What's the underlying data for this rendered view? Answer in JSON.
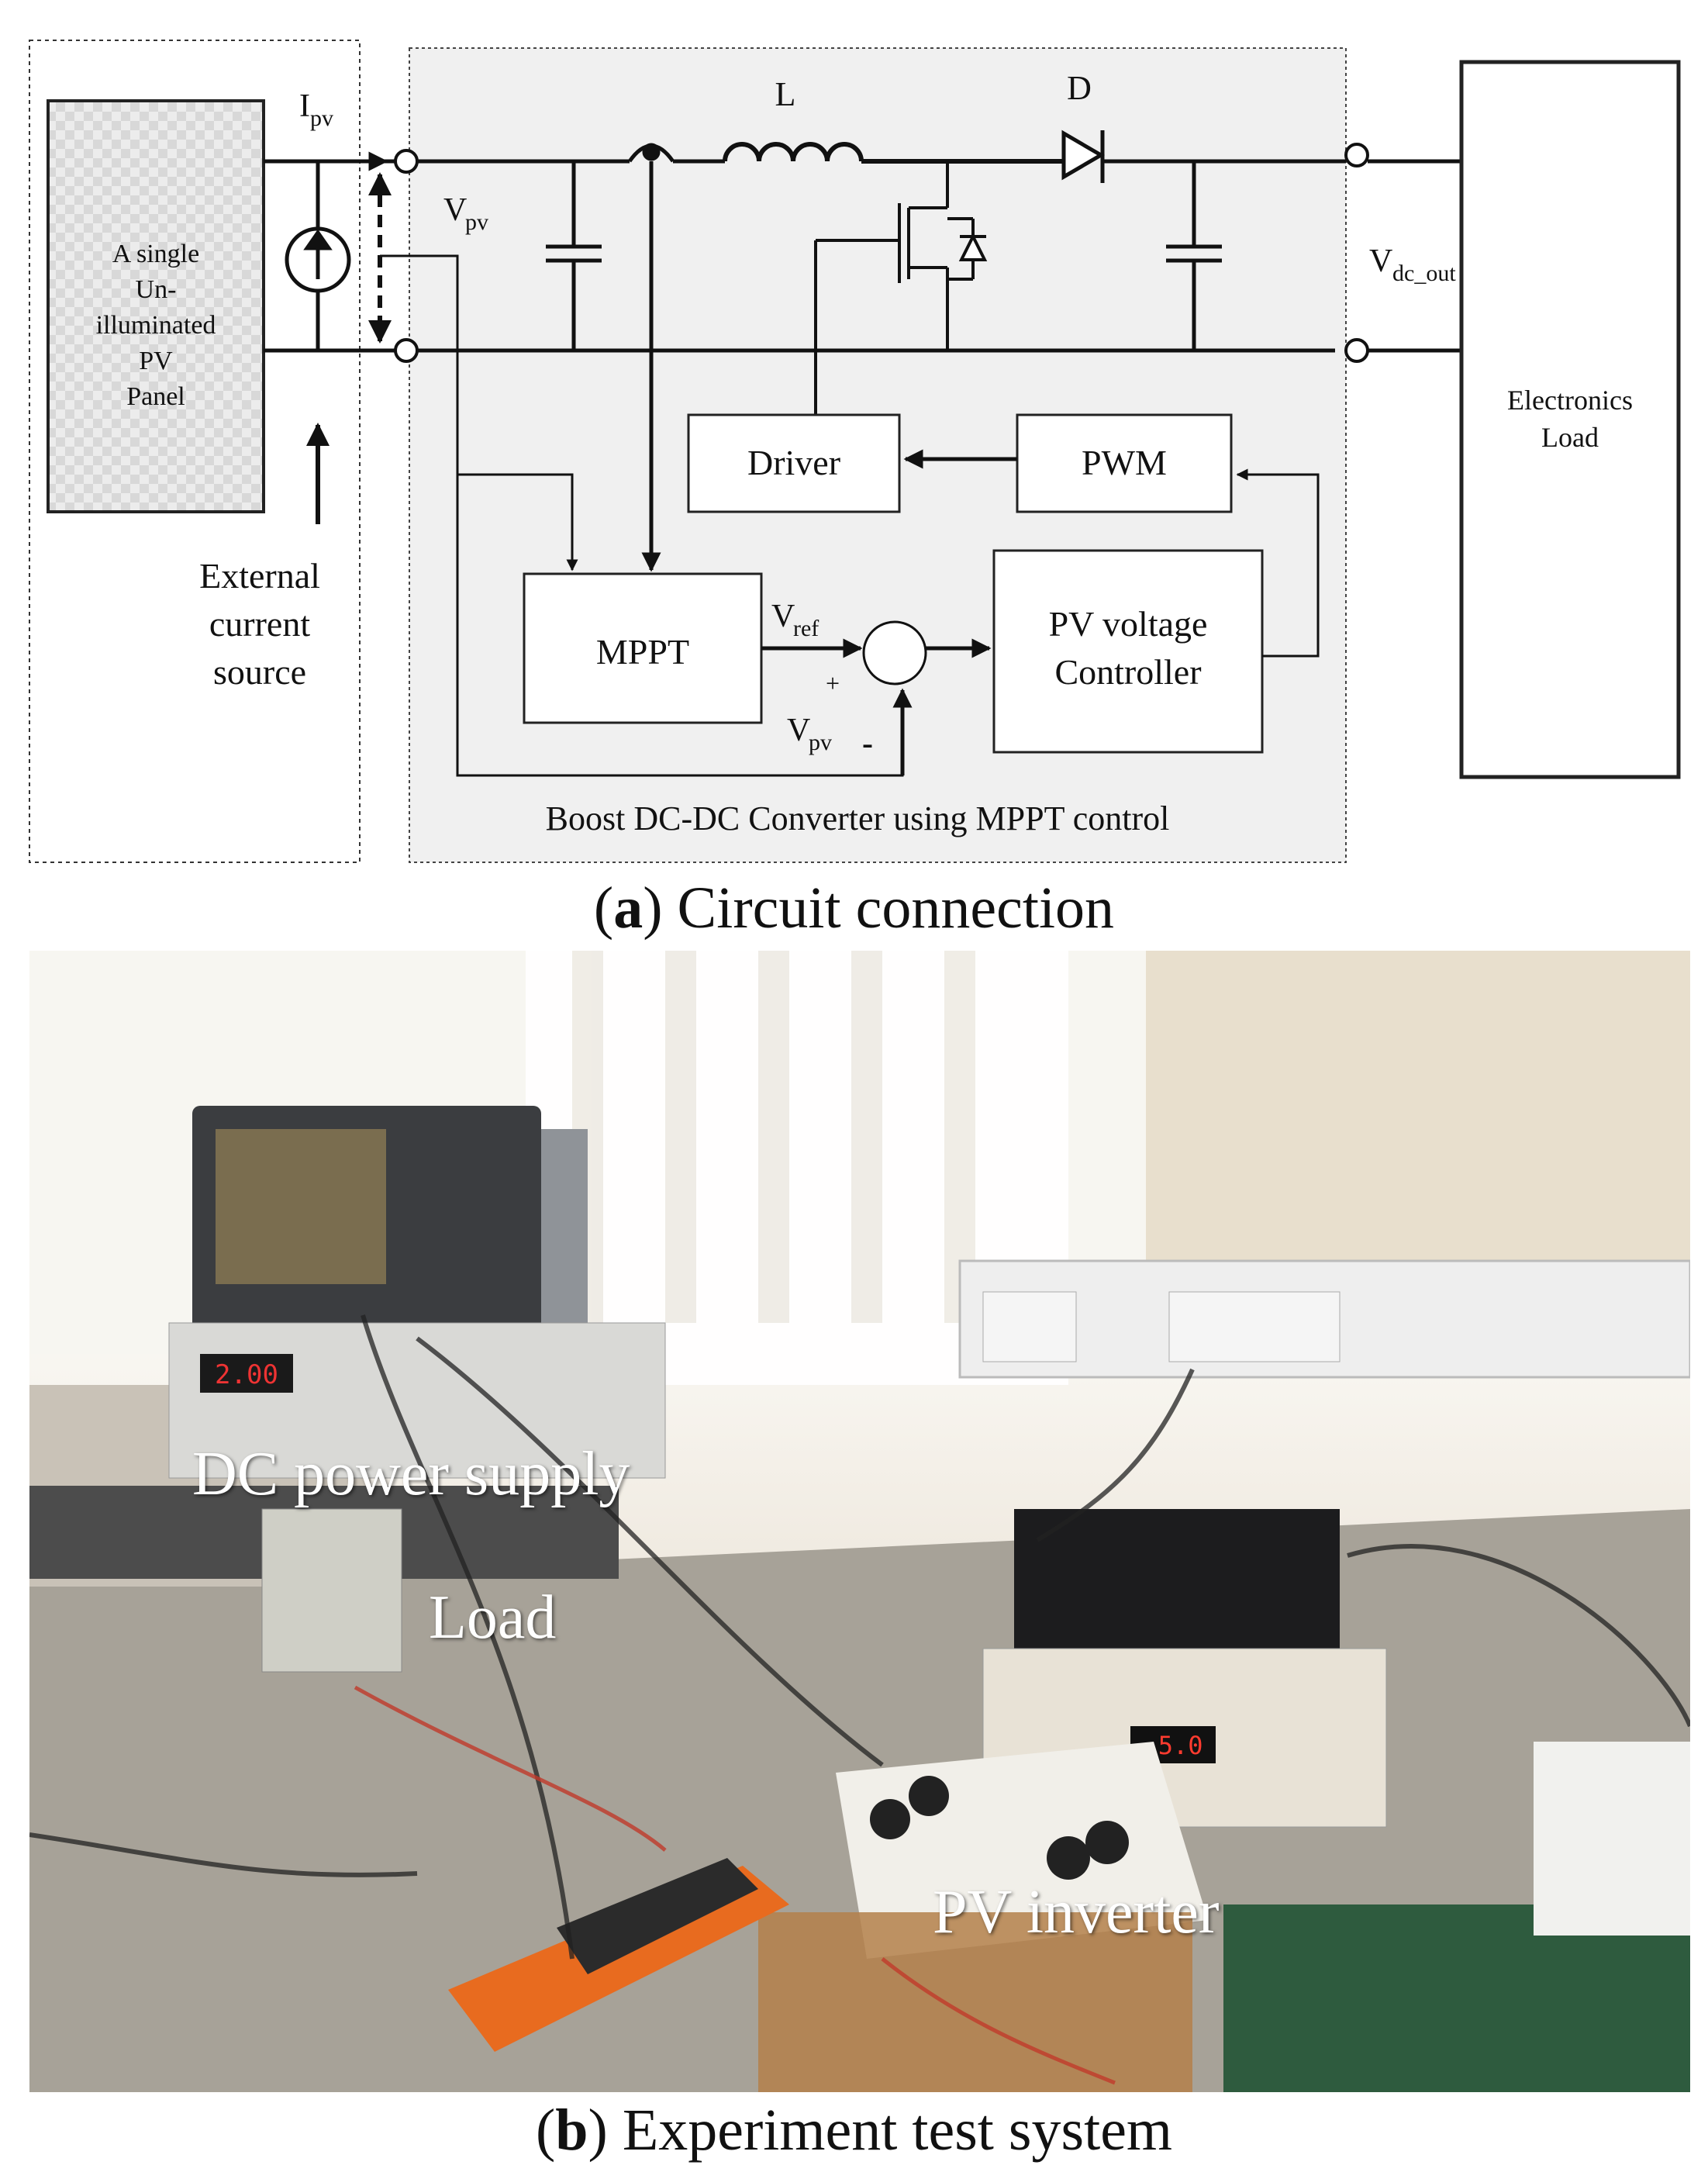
{
  "diagram": {
    "pv_panel": {
      "line1": "A single",
      "line2": "Un-",
      "line3": "illuminated",
      "line4": "PV",
      "line5": "Panel"
    },
    "current_label": {
      "main": "I",
      "sub": "pv"
    },
    "vpv_label": {
      "main": "V",
      "sub": "pv"
    },
    "inductor_label": "L",
    "diode_label": "D",
    "vout_label": {
      "main": "V",
      "sub": "dc_out"
    },
    "load_box": {
      "line1": "Electronics",
      "line2": "Load"
    },
    "driver": "Driver",
    "pwm": "PWM",
    "mppt": "MPPT",
    "vref_label": {
      "main": "V",
      "sub": "ref"
    },
    "vpv_feedback_label": {
      "main": "V",
      "sub": "pv"
    },
    "plus_sign": "+",
    "minus_sign": "-",
    "controller": {
      "line1": "PV voltage",
      "line2": "Controller"
    },
    "ext_source": {
      "line1": "External",
      "line2": "current",
      "line3": "source"
    },
    "converter_caption": "Boost DC-DC Converter using MPPT control"
  },
  "caption_a": {
    "letter": "a",
    "text": "Circuit connection"
  },
  "caption_b": {
    "letter": "b",
    "text": "Experiment test system"
  },
  "photo": {
    "labels": {
      "dc_supply": "DC power supply",
      "load": "Load",
      "inverter": "PV inverter"
    },
    "instrument_readouts": {
      "supply_display": "2.00",
      "etc_display": "-5.0"
    }
  }
}
